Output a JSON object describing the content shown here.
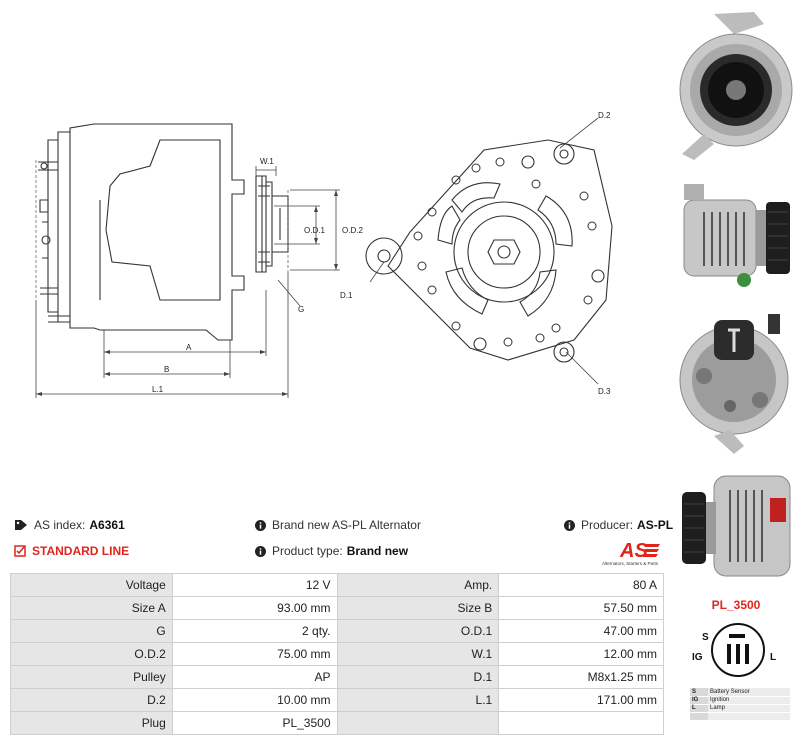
{
  "drawing_labels": {
    "w1": "W.1",
    "od1": "O.D.1",
    "od2": "O.D.2",
    "g": "G",
    "a": "A",
    "b": "B",
    "l1": "L.1",
    "d1": "D.1",
    "d2": "D.2",
    "d3": "D.3"
  },
  "info": {
    "index_label": "AS index:",
    "index_value": "A6361",
    "standard_line": "STANDARD LINE",
    "desc": "Brand new AS-PL Alternator",
    "type_label": "Product type:",
    "type_value": "Brand new",
    "producer_label": "Producer:",
    "producer_value": "AS-PL",
    "logo_text": "AS",
    "logo_tagline": "Alternators, Starters & Parts"
  },
  "specs": [
    {
      "k1": "Voltage",
      "v1": "12 V",
      "k2": "Amp.",
      "v2": "80 A"
    },
    {
      "k1": "Size A",
      "v1": "93.00 mm",
      "k2": "Size B",
      "v2": "57.50 mm"
    },
    {
      "k1": "G",
      "v1": "2 qty.",
      "k2": "O.D.1",
      "v2": "47.00 mm"
    },
    {
      "k1": "O.D.2",
      "v1": "75.00 mm",
      "k2": "W.1",
      "v2": "12.00 mm"
    },
    {
      "k1": "Pulley",
      "v1": "AP",
      "k2": "D.1",
      "v2": "M8x1.25 mm"
    },
    {
      "k1": "D.2",
      "v1": "10.00 mm",
      "k2": "L.1",
      "v2": "171.00 mm"
    },
    {
      "k1": "Plug",
      "v1": "PL_3500",
      "k2": "",
      "v2": ""
    }
  ],
  "plug": {
    "title": "PL_3500",
    "pins": {
      "s": "S",
      "ig": "IG",
      "l": "L"
    },
    "legend": [
      {
        "code": "S",
        "desc": "Battery Sensor"
      },
      {
        "code": "IG",
        "desc": "Ignition"
      },
      {
        "code": "L",
        "desc": "Lamp"
      },
      {
        "code": "",
        "desc": ""
      }
    ]
  },
  "colors": {
    "accent": "#e1251b",
    "table_key_bg": "#e6e6e6",
    "line": "#333333"
  }
}
